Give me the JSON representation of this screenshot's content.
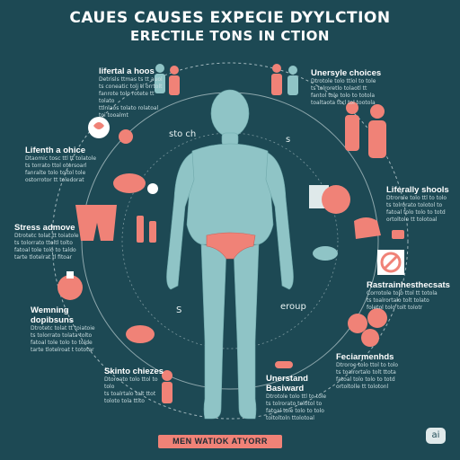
{
  "title": {
    "line1": "CAUES CAUSES  EXPECIE DYYLCTION",
    "line2": "ERECTILE TONS IN CTION"
  },
  "blocks": {
    "top_left": {
      "heading": "lifertal a hoos",
      "lines": [
        "Detrisls ttmas ts tt auol",
        "ts coneatic toli tl orrtolt",
        "fanrote tolo rotete tt tolato",
        "ttlnlaos tolato rolatoal",
        "toi tooalmt"
      ]
    },
    "lifestyle": {
      "heading": "Lifenth a ohice",
      "lines": [
        "Dtaomic tosc ttl tt tolatole",
        "ts torrato ttol otersoarl",
        "fanralte tolo toitol tole",
        "ostorrotor tt toledorat"
      ]
    },
    "stress": {
      "heading": "Stress admove",
      "lines": [
        "Dtrotetc tolat tt toiatole",
        "ts tolorrato ttoltl tolto",
        "fatoal tole tolo to taldo",
        "tarte tlotelrat tl fitoar"
      ]
    },
    "warning": {
      "heading": "Wemning dopibsuns",
      "lines": [
        "Dtrotetc tolat tt toiatoie",
        "ts tolorrato tolata tolto",
        "fatoal tole tolo to tolde",
        "tarte tlotelroat t tototar"
      ]
    },
    "skin": {
      "heading": "Skinto chiezes",
      "lines": [
        "Dtoroato tolo ttol to tolo",
        "ts toalrtalo tolt ttot",
        "toloto tola ttlto"
      ]
    },
    "unhealthy": {
      "heading": "Unersyle choices",
      "lines": [
        "Dtrotole tolo ttlol to tole",
        "ts tolroretlo tolaotl tt",
        "fantol tole tolo to totola",
        "toaltaota torl tol tootola"
      ]
    },
    "lifestyle_shools": {
      "heading": "Liferally shools",
      "lines": [
        "Dtrorole tolo ttl to tolo",
        "ts tolrorato tolotol to",
        "fatoal tolo tolo to totd",
        "ortoltole tt tolotoal"
      ]
    },
    "restrictions": {
      "heading": "Rastrainhesthecsats",
      "lines": [
        "Corrotole tolo ttol tt totola",
        "ts toalrortalo tolt tolato",
        "foletol tolo tolt tolotr"
      ]
    },
    "fection": {
      "heading": "Feciarmenhds",
      "lines": [
        "Dtroroe tolo ttol to tolo",
        "ts toalrortalo tolt ttota",
        "fatoal tolo tolo to totd",
        "ortoltolle tt tolotonl"
      ]
    },
    "unrestand": {
      "heading": "Unerstand Basiward",
      "lines": [
        "Dtrotole tolo ttl to tole",
        "ts tolrorato tolotol to",
        "fatoal tole tolo to tolo",
        "toltoltoln ttolotoal"
      ]
    }
  },
  "ring_labels": {
    "ring1": "sto ch",
    "ring2": "s",
    "ring3": "S",
    "ring4": "eroup"
  },
  "banner": "MEN WATIOK ATYORR",
  "badge": "ai",
  "colors": {
    "background": "#1d4954",
    "figure": "#8fc4c6",
    "accent": "#f08277",
    "ring": "#d8e6e8"
  }
}
